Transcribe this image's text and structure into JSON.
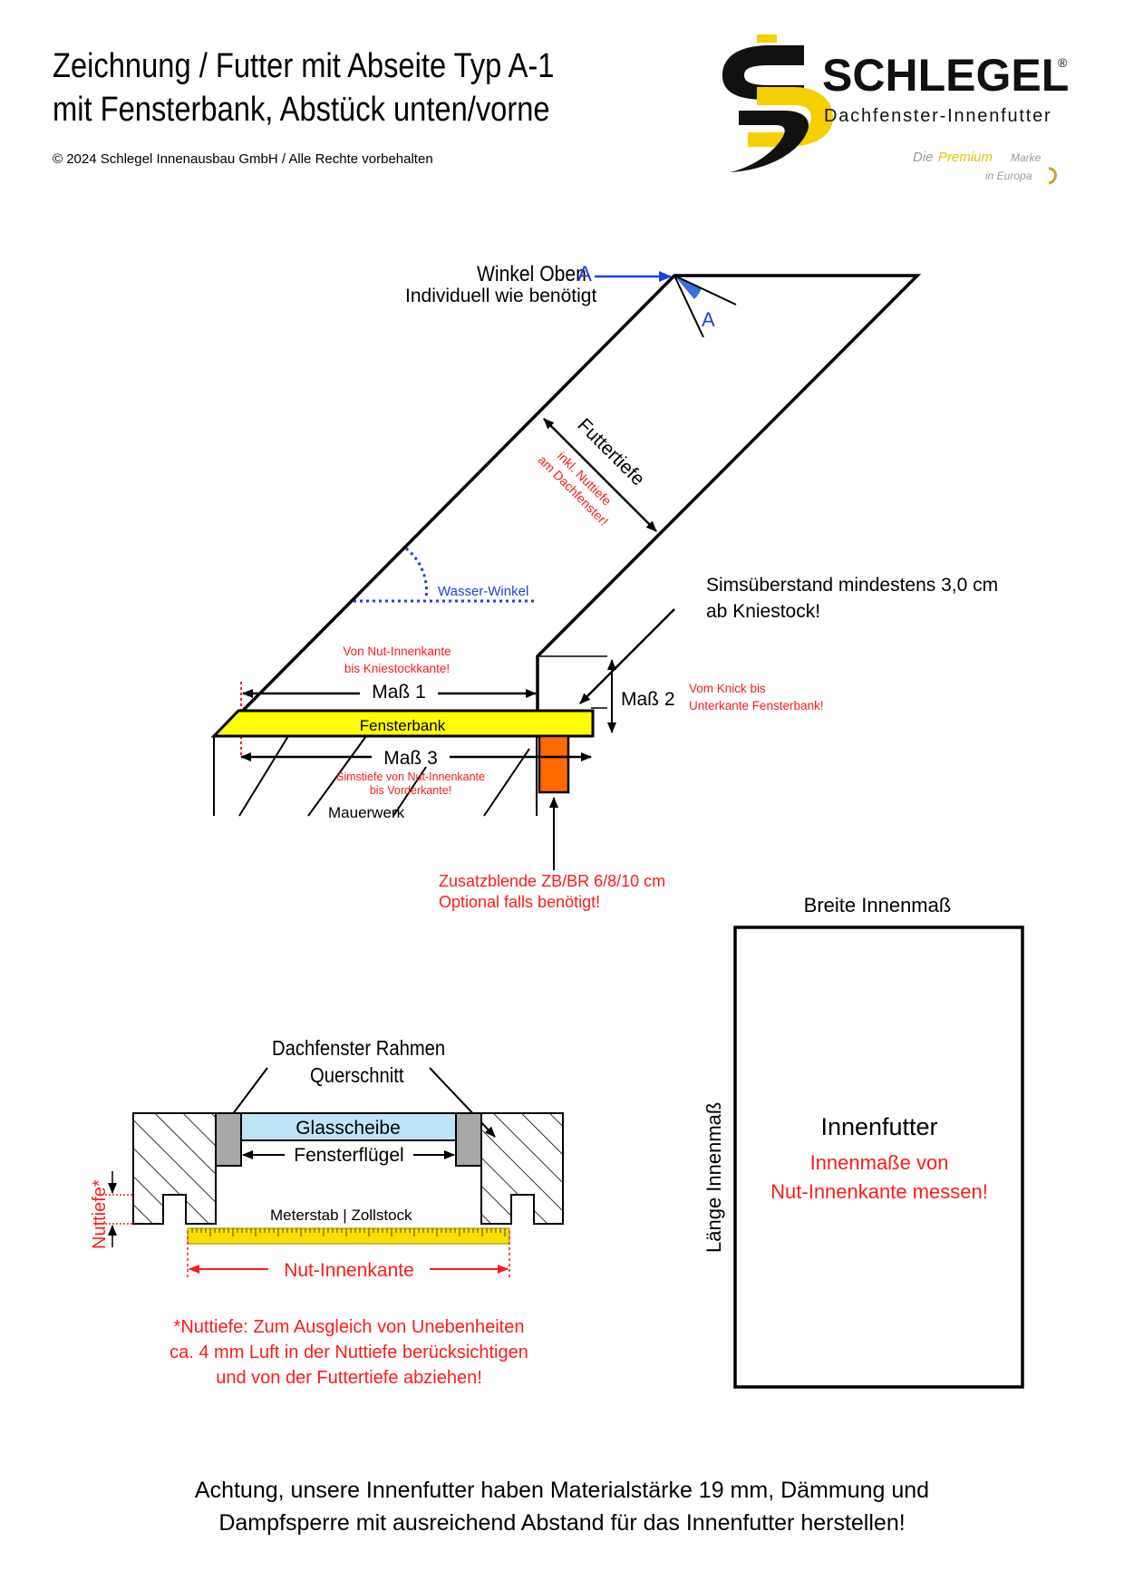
{
  "header": {
    "title_line1": "Zeichnung / Futter mit Abseite Typ A-1",
    "title_line2": "mit Fensterbank, Abstück unten/vorne",
    "copyright": "© 2024 Schlegel Innenausbau GmbH / Alle Rechte vorbehalten"
  },
  "logo": {
    "brand": "SCHLEGEL",
    "registered": "®",
    "subtitle": "Dachfenster-Innenfutter",
    "slogan_part1": "Die",
    "slogan_part2": "Premium",
    "slogan_part3": "Marke",
    "slogan_part4": "in Europa",
    "colors": {
      "yellow": "#f5d000",
      "black": "#111111",
      "gold": "#c9a227"
    }
  },
  "section_diagram": {
    "winkel_oben": "Winkel Oben",
    "winkel_letter": "A",
    "individuell": "Individuell wie benötigt",
    "angle_label": "A",
    "futtertiefe": "Futtertiefe",
    "nuttiefe_note_1": "inkl. Nuttiefe",
    "nuttiefe_note_2": "am Dachfenster!",
    "wasser_winkel": "Wasser-Winkel",
    "sims_line1": "Simsüberstand mindestens 3,0 cm",
    "sims_line2": "ab Kniestock!",
    "mass1_note1": "Von Nut-Innenkante",
    "mass1_note2": "bis Kniestockkante!",
    "mass1": "Maß 1",
    "mass2": "Maß 2",
    "mass2_note1": "Vom Knick bis",
    "mass2_note2": "Unterkante Fensterbank!",
    "fensterbank": "Fensterbank",
    "mass3": "Maß 3",
    "mass3_note1": "Simstiefe von Nut-Innenkante",
    "mass3_note2": "bis Vorderkante!",
    "mauerwerk": "Mauerwerk",
    "zusatz_line1": "Zusatzblende ZB/BR 6/8/10 cm",
    "zusatz_line2": "Optional falls benötigt!"
  },
  "section_frame": {
    "rahmen_line1": "Dachfenster Rahmen",
    "rahmen_line2": "Querschnitt",
    "glasscheibe": "Glasscheibe",
    "fensterfluegel": "Fensterflügel",
    "nuttiefe_side": "Nuttiefe*",
    "meterstab": "Meterstab | Zollstock",
    "nut_innenkante": "Nut-Innenkante",
    "note_line1": "*Nuttiefe: Zum Ausgleich von Unebenheiten",
    "note_line2": "ca. 4 mm Luft in der Nuttiefe berücksichtigen",
    "note_line3": "und von der Futtertiefe abziehen!"
  },
  "section_box": {
    "breite": "Breite Innenmaß",
    "laenge": "Länge Innenmaß",
    "title": "Innenfutter",
    "note_line1": "Innenmaße von",
    "note_line2": "Nut-Innenkante messen!"
  },
  "footer": {
    "line1": "Achtung, unsere Innenfutter haben Materialstärke 19 mm, Dämmung und",
    "line2": "Dampfsperre mit ausreichend Abstand für das Innenfutter herstellen!"
  },
  "colors": {
    "red": "#ff1a1a",
    "blue": "#1f3fe0",
    "yellow_sill": "#ffff00",
    "orange_blende": "#ff6a00",
    "glass": "#bfe3f7",
    "gray": "#a8a8a8",
    "ruler_yellow": "#f7e000"
  }
}
